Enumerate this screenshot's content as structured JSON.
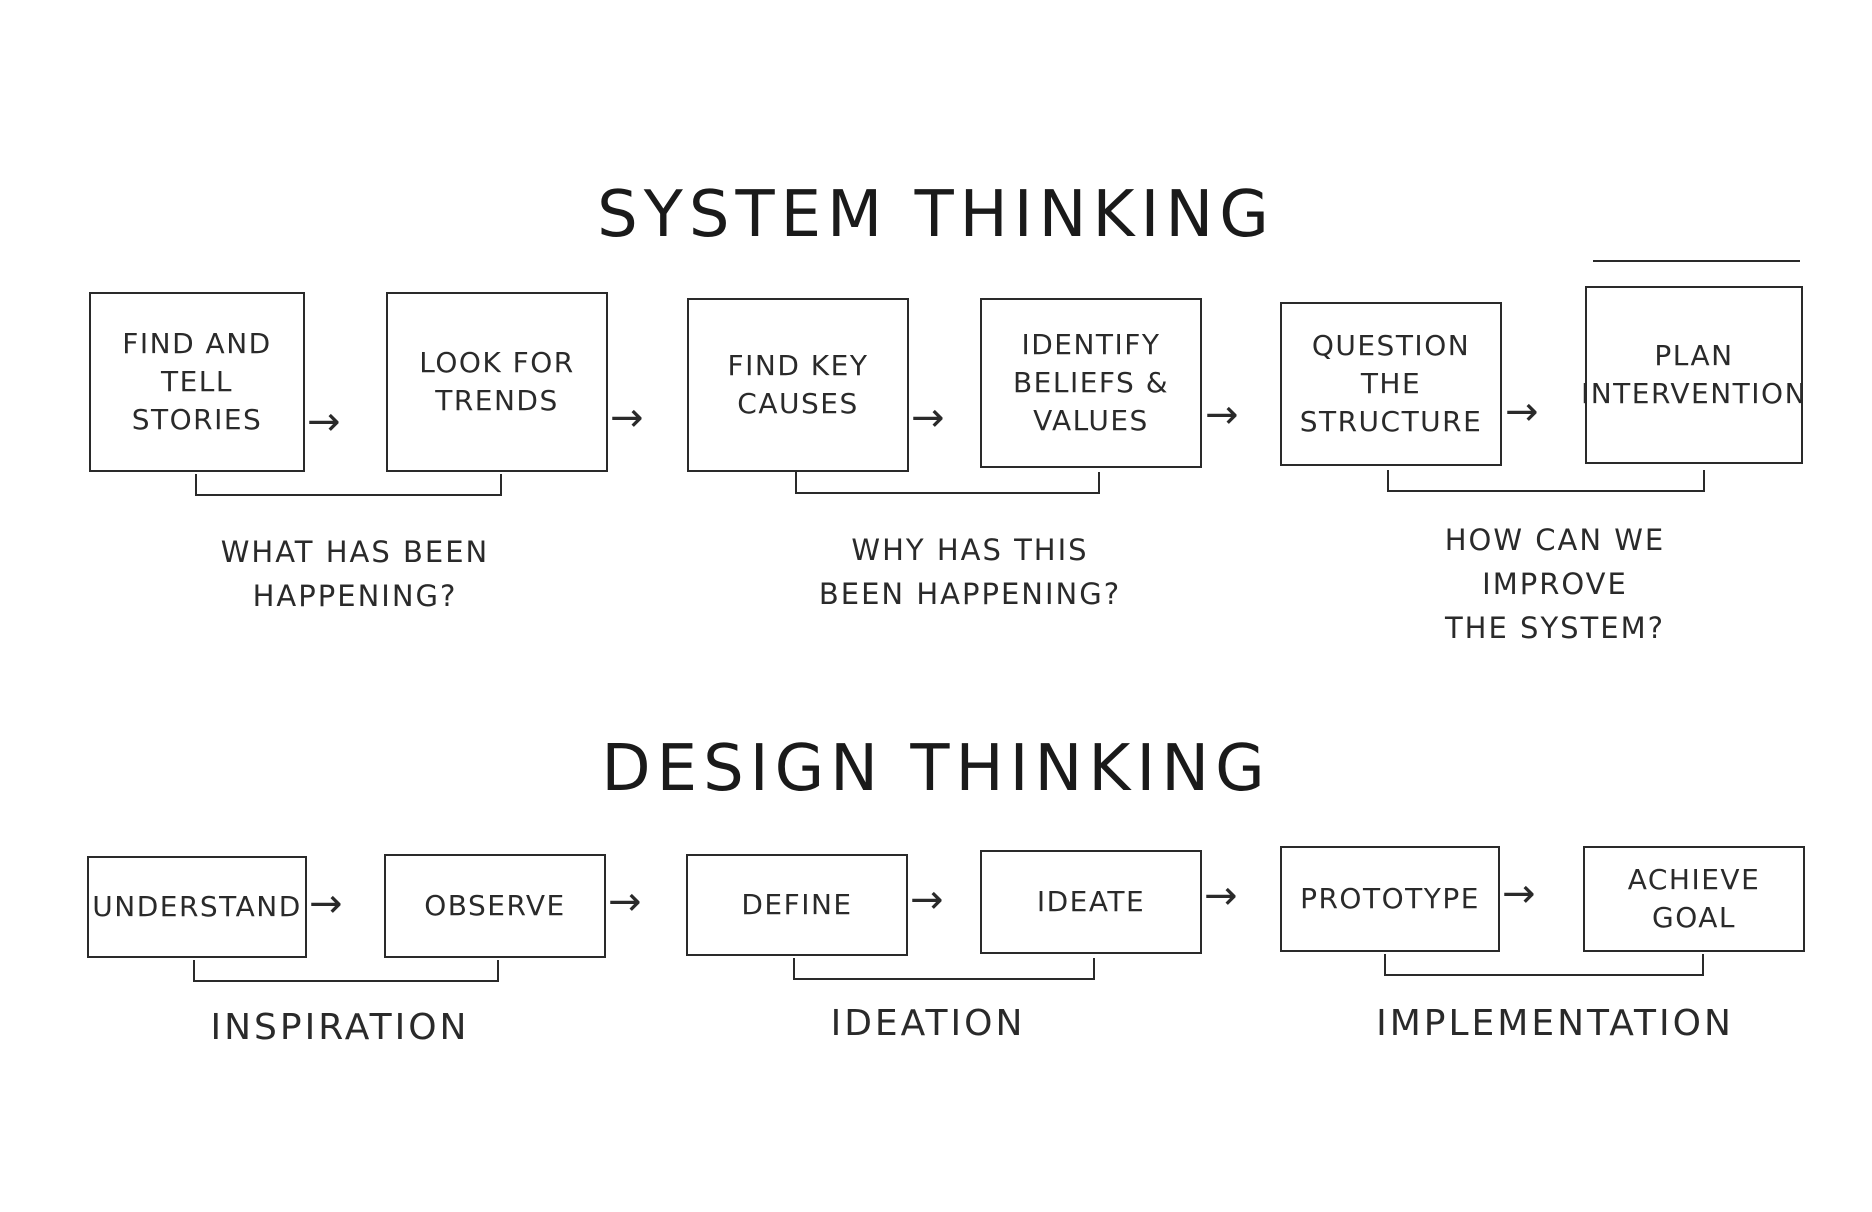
{
  "system": {
    "title": "SYSTEM THINKING",
    "steps": [
      "FIND AND\nTELL\nSTORIES",
      "LOOK FOR\nTRENDS",
      "FIND KEY\nCAUSES",
      "IDENTIFY\nBELIEFS &\nVALUES",
      "QUESTION\nTHE\nSTRUCTURE",
      "PLAN\nINTERVENTION"
    ],
    "groups": [
      "WHAT HAS BEEN\nHAPPENING?",
      "WHY HAS THIS\nBEEN HAPPENING?",
      "HOW CAN WE IMPROVE\nTHE SYSTEM?"
    ]
  },
  "design": {
    "title": "DESIGN THINKING",
    "steps": [
      "UNDERSTAND",
      "OBSERVE",
      "DEFINE",
      "IDEATE",
      "PROTOTYPE",
      "ACHIEVE\nGOAL"
    ],
    "groups": [
      "INSPIRATION",
      "IDEATION",
      "IMPLEMENTATION"
    ]
  },
  "arrow_glyph": "→"
}
